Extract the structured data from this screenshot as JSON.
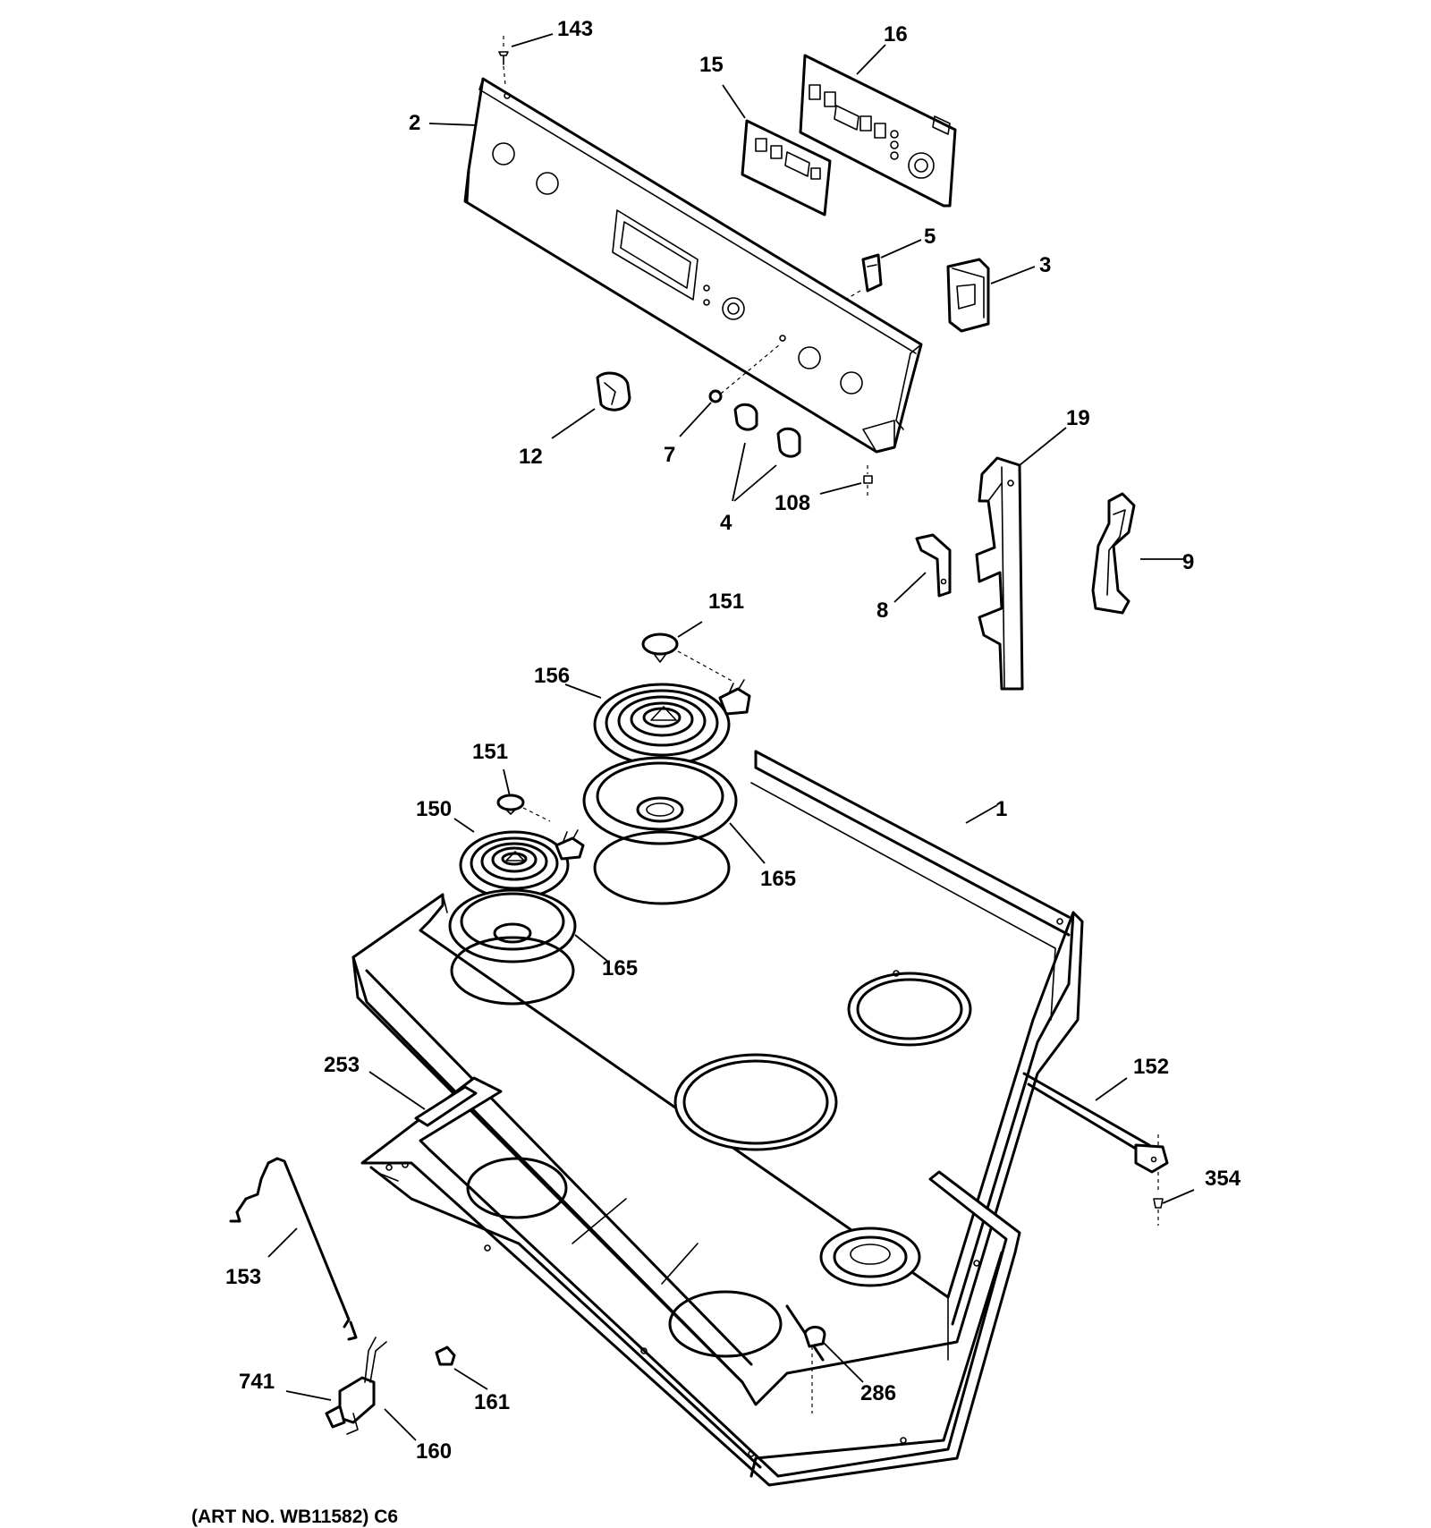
{
  "diagram": {
    "labels": {
      "p143": "143",
      "p16": "16",
      "p15": "15",
      "p2": "2",
      "p5": "5",
      "p3": "3",
      "p12": "12",
      "p7": "7",
      "p4": "4",
      "p108": "108",
      "p19": "19",
      "p9": "9",
      "p8": "8",
      "p151a": "151",
      "p156": "156",
      "p151b": "151",
      "p150": "150",
      "p1": "1",
      "p165a": "165",
      "p165b": "165",
      "p253": "253",
      "p152": "152",
      "p354": "354",
      "p153": "153",
      "p741": "741",
      "p161": "161",
      "p286": "286",
      "p160": "160"
    },
    "art_number": "(ART NO. WB11582) C6"
  }
}
